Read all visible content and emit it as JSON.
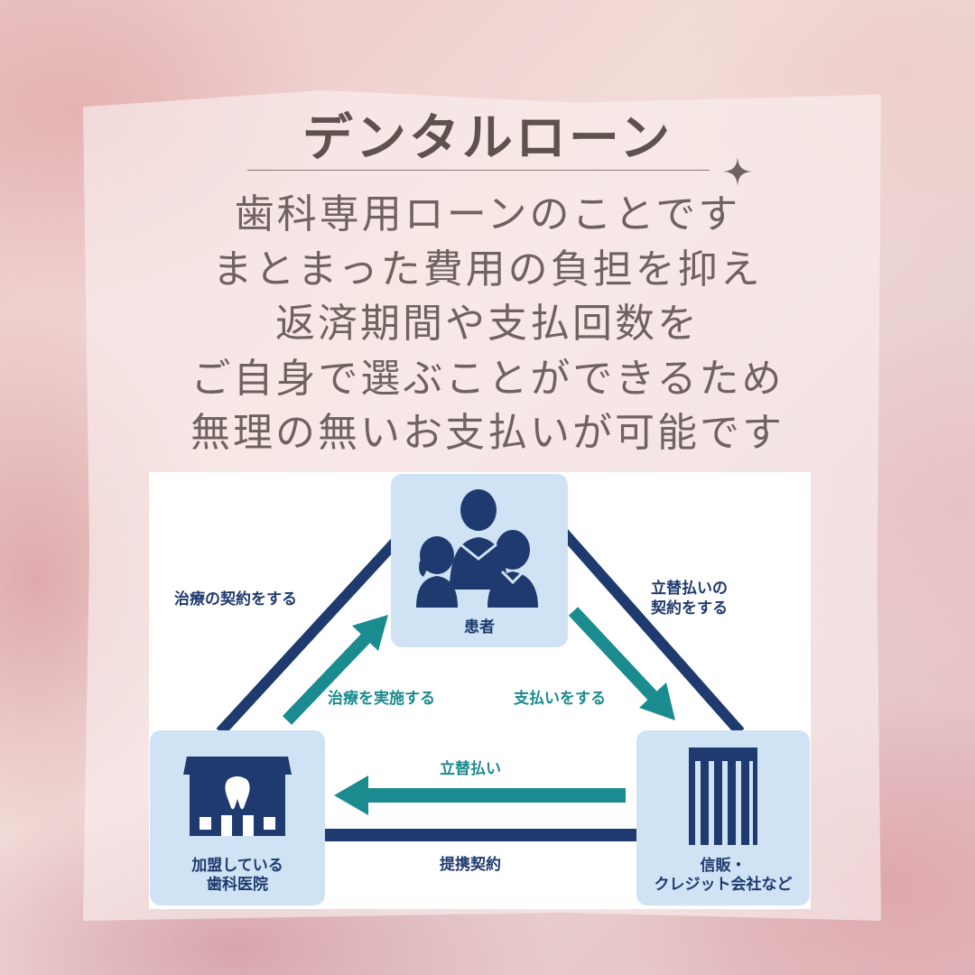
{
  "title": "デンタルローン",
  "description": [
    "歯科専用ローンのことです",
    "まとまった費用の負担を抑え",
    "返済期間や支払回数を",
    "ご自身で選ぶことができるため",
    "無理の無いお支払いが可能です"
  ],
  "diagram": {
    "nodes": {
      "patient": "患者",
      "clinic": [
        "加盟している",
        "歯科医院"
      ],
      "credit_company": [
        "信販・",
        "クレジット会社など"
      ]
    },
    "edges": {
      "treatment_contract": "治療の契約をする",
      "advance_payment_contract": [
        "立替払いの",
        "契約をする"
      ],
      "perform_treatment": "治療を実施する",
      "pay": "支払いをする",
      "advance_payment": "立替払い",
      "partnership_contract": "提携契約"
    },
    "colors": {
      "navy": "#1f3a6e",
      "teal": "#1a8b8f",
      "node_fill": "#cfe3f5",
      "title": "#5e524f",
      "body_text": "#6e6360"
    }
  }
}
